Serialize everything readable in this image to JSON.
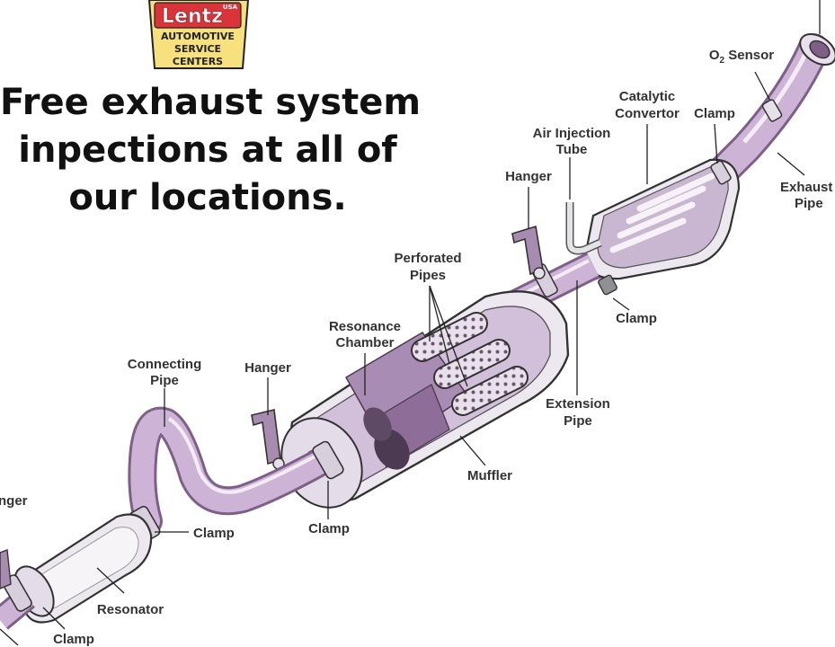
{
  "logo": {
    "brand": "Lentz",
    "country": "USA",
    "line1": "AUTOMOTIVE",
    "line2": "SERVICE",
    "line3": "CENTERS"
  },
  "headline": {
    "line1": "Free exhaust system",
    "line2": "inpections at all of",
    "line3": "our locations."
  },
  "labels": {
    "o2_sensor_prefix": "O",
    "o2_sensor_sub": "2",
    "o2_sensor_suffix": " Sensor",
    "catalytic_line1": "Catalytic",
    "catalytic_line2": "Convertor",
    "clamp_top": "Clamp",
    "air_injection_line1": "Air Injection",
    "air_injection_line2": "Tube",
    "hanger_top": "Hanger",
    "exhaust_line1": "Exhaust",
    "exhaust_line2": "Pipe",
    "perforated_line1": "Perforated",
    "perforated_line2": "Pipes",
    "clamp_mid_right": "Clamp",
    "resonance_line1": "Resonance",
    "resonance_line2": "Chamber",
    "extension_line1": "Extension",
    "extension_line2": "Pipe",
    "connecting_line1": "Connecting",
    "connecting_line2": "Pipe",
    "hanger_mid": "Hanger",
    "muffler": "Muffler",
    "hanger_left": "nger",
    "clamp_mid": "Clamp",
    "clamp_connecting": "Clamp",
    "resonator": "Resonator",
    "clamp_bottom": "Clamp"
  },
  "colors": {
    "pipe": "#cdb3d6",
    "pipe_dark": "#9a78a6",
    "metal": "#ece6ee",
    "logo_bg": "#f7e17e",
    "logo_red": "#d8343a"
  }
}
